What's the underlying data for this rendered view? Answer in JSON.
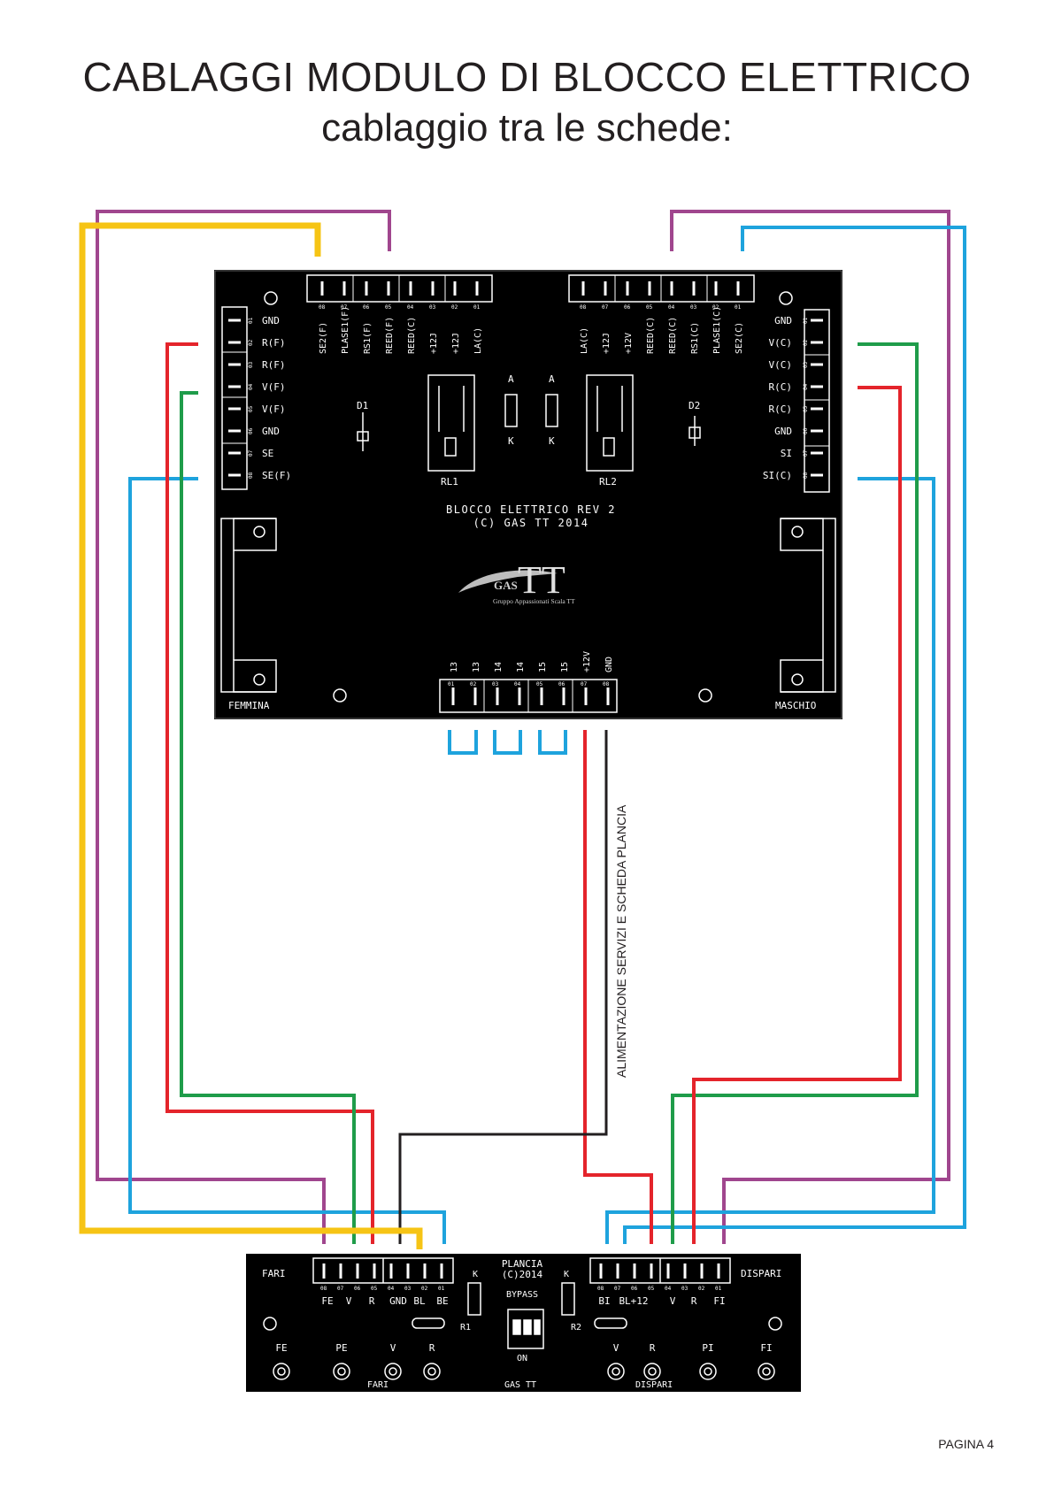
{
  "title": "CABLAGGI MODULO DI BLOCCO ELETTRICO",
  "subtitle": "cablaggio tra le schede:",
  "page_label": "PAGINA 4",
  "vertical_label": "ALIMENTAZIONE SERVIZI E SCHEDA PLANCIA",
  "colors": {
    "yellow": "#f6c415",
    "purple": "#a0468e",
    "blue": "#1ea3dd",
    "red": "#e4242b",
    "green": "#1f9c4a",
    "black": "#231f20",
    "board": "#000000",
    "silkscreen": "#ffffff"
  },
  "main_board": {
    "title_line1": "BLOCCO ELETTRICO REV 2",
    "title_line2": "(C) GAS TT 2014",
    "logo_main": "TT",
    "logo_small": "GAS",
    "logo_tagline": "Gruppo Appassionati Scala TT",
    "corner_left": "FEMMINA",
    "corner_right": "MASCHIO",
    "top_left_pins": [
      "SE2(F)",
      "PLASE1(F)",
      "RS1(F)",
      "REED(F)",
      "REED(C)",
      "+12J",
      "+12J",
      "LA(C)"
    ],
    "top_left_numbers": [
      "08",
      "07",
      "06",
      "05",
      "04",
      "03",
      "02",
      "01"
    ],
    "top_right_pins": [
      "LA(C)",
      "+12J",
      "+12V",
      "REED(C)",
      "REED(C)",
      "RS1(C)",
      "PLASE1(C)",
      "SE2(C)"
    ],
    "top_right_numbers": [
      "08",
      "07",
      "06",
      "05",
      "04",
      "03",
      "02",
      "01"
    ],
    "left_pins": [
      "GND",
      "R(F)",
      "R(F)",
      "V(F)",
      "V(F)",
      "GND",
      "SE",
      "SE(F)"
    ],
    "left_numbers": [
      "01",
      "02",
      "03",
      "04",
      "05",
      "06",
      "07",
      "08"
    ],
    "right_pins": [
      "GND",
      "V(C)",
      "V(C)",
      "R(C)",
      "R(C)",
      "GND",
      "SI",
      "SI(C)"
    ],
    "right_numbers": [
      "01",
      "02",
      "03",
      "04",
      "05",
      "06",
      "07",
      "08"
    ],
    "bottom_pins": [
      "13",
      "13",
      "14",
      "14",
      "15",
      "15",
      "+12V",
      "GND"
    ],
    "bottom_numbers": [
      "01",
      "02",
      "03",
      "04",
      "05",
      "06",
      "07",
      "08"
    ],
    "relay_left_label": "RL1",
    "relay_right_label": "RL2",
    "diode_left_label": "D1",
    "diode_right_label": "D2",
    "jumper_labels": [
      "A",
      "K",
      "A",
      "K"
    ]
  },
  "plancia_board": {
    "title_line1": "PLANCIA",
    "title_line2": "(C)2014",
    "left_label": "FARI",
    "right_label": "DISPARI",
    "left_pins": [
      "FE",
      "V",
      "R",
      "GND",
      "BL",
      "BE"
    ],
    "right_pins": [
      "BI",
      "BL+12",
      "V",
      "R",
      "FI"
    ],
    "left_numbers": [
      "08",
      "07",
      "06",
      "05",
      "04",
      "03",
      "02",
      "01"
    ],
    "right_numbers": [
      "08",
      "07",
      "06",
      "05",
      "04",
      "03",
      "02",
      "01"
    ],
    "bypass_label": "BYPASS",
    "switch_label": "ON",
    "r1": "R1",
    "r2": "R2",
    "k_label": "K",
    "led_labels": [
      "FE",
      "PE",
      "V",
      "R",
      "V",
      "R",
      "PI",
      "FI"
    ],
    "bottom_left": "FARI",
    "bottom_center": "GAS TT",
    "bottom_right": "DISPARI"
  }
}
